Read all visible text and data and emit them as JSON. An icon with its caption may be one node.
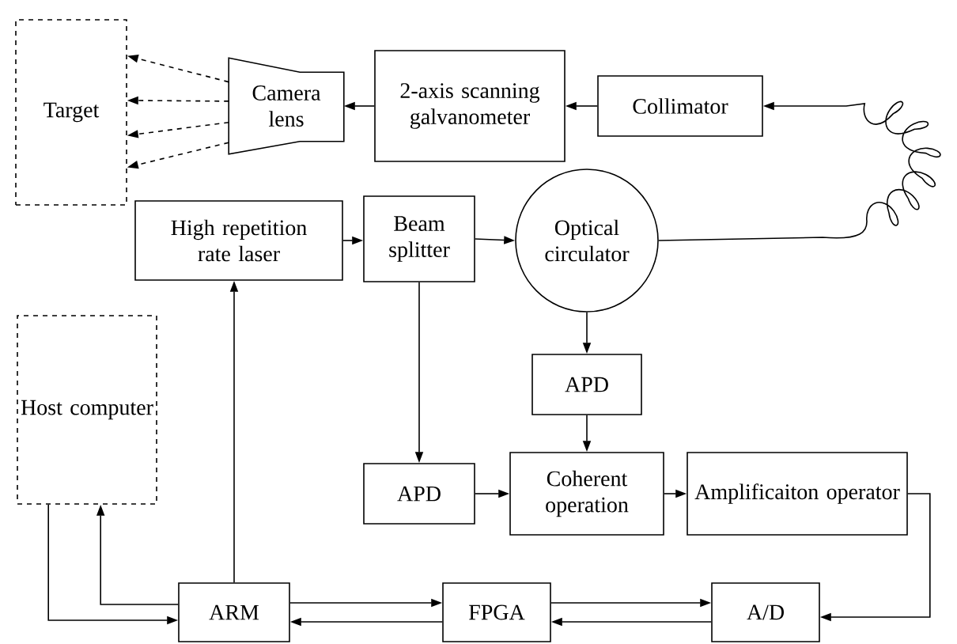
{
  "diagram": {
    "nodes": [
      {
        "text": [
          "Target"
        ]
      },
      {
        "text": [
          "Camera lens"
        ]
      },
      {
        "text": [
          "2-axis scanning galvanometer"
        ]
      },
      {
        "text": [
          "Collimator"
        ]
      },
      {
        "text": [
          "High repetition rate laser"
        ]
      },
      {
        "text": [
          "Beam splitter"
        ]
      },
      {
        "text": [
          "Optical circulator"
        ]
      },
      {
        "text": [
          "APD"
        ]
      },
      {
        "text": [
          "Host computer"
        ]
      },
      {
        "text": [
          "APD"
        ]
      },
      {
        "text": [
          "Coherent operation"
        ]
      },
      {
        "text": [
          "Amplificaiton operator"
        ]
      },
      {
        "text": [
          "ARM"
        ]
      },
      {
        "text": [
          "FPGA"
        ]
      },
      {
        "text": [
          "A/D"
        ]
      }
    ],
    "edges": [
      {
        "from": 1,
        "to": 0,
        "arrow": "to",
        "style": "dashed"
      },
      {
        "from": 1,
        "to": 0,
        "arrow": "to",
        "style": "dashed"
      },
      {
        "from": 1,
        "to": 0,
        "arrow": "to",
        "style": "dashed"
      },
      {
        "from": 1,
        "to": 0,
        "arrow": "to",
        "style": "dashed"
      },
      {
        "from": 2,
        "to": 1,
        "arrow": "to"
      },
      {
        "from": 3,
        "to": 2,
        "arrow": "to"
      },
      {
        "from": 6,
        "to": 3,
        "arrow": "to"
      },
      {
        "from": 4,
        "to": 5,
        "arrow": "to"
      },
      {
        "from": 5,
        "to": 6,
        "arrow": "to"
      },
      {
        "from": 6,
        "to": 7,
        "arrow": "to"
      },
      {
        "from": 5,
        "to": 9,
        "arrow": "to"
      },
      {
        "from": 7,
        "to": 10,
        "arrow": "to"
      },
      {
        "from": 9,
        "to": 10,
        "arrow": "to"
      },
      {
        "from": 10,
        "to": 11,
        "arrow": "to"
      },
      {
        "from": 11,
        "to": 14,
        "arrow": "to"
      },
      {
        "from": 12,
        "to": 4,
        "arrow": "to"
      },
      {
        "from": 8,
        "to": 12,
        "arrow": "to"
      },
      {
        "from": 12,
        "to": 8,
        "arrow": "to"
      },
      {
        "from": 12,
        "to": 13,
        "arrow": "to"
      },
      {
        "from": 13,
        "to": 12,
        "arrow": "to"
      },
      {
        "from": 13,
        "to": 14,
        "arrow": "to"
      },
      {
        "from": 14,
        "to": 13,
        "arrow": "to"
      }
    ]
  }
}
